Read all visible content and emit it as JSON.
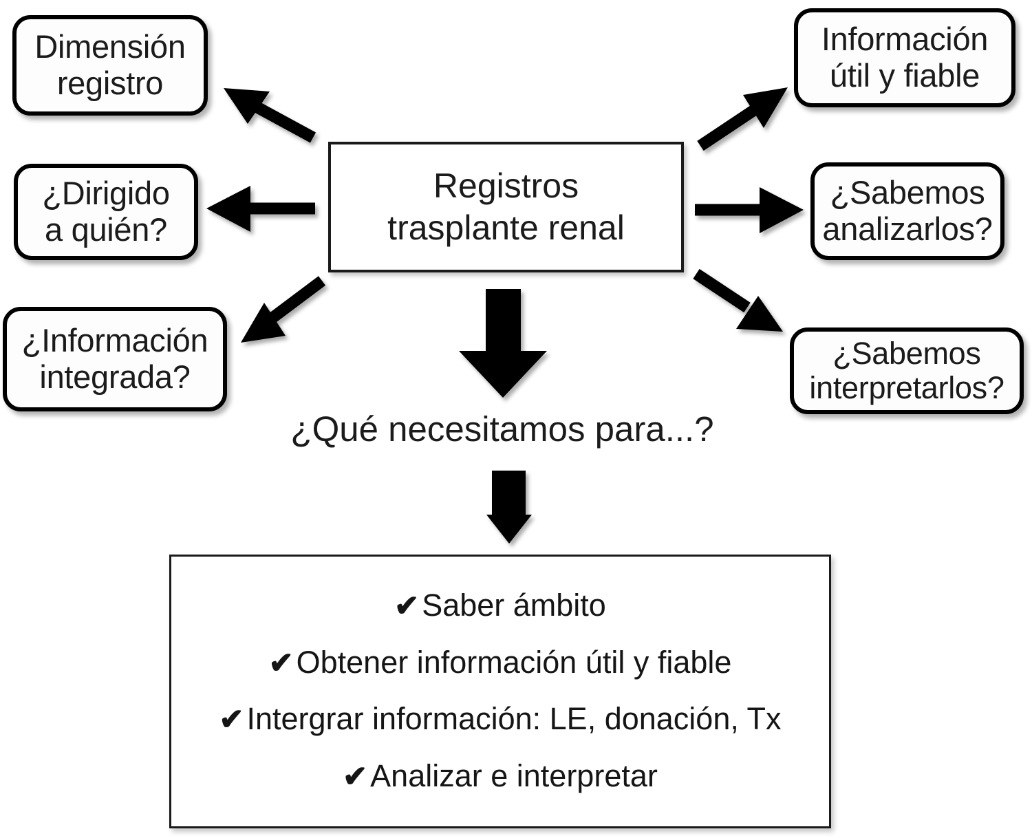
{
  "diagram": {
    "title_text": "Registros trasplante renal",
    "center": {
      "line1": "Registros",
      "line2": "trasplante renal"
    },
    "left_nodes": [
      {
        "id": "dimension-registro",
        "line1": "Dimensión",
        "line2": "registro"
      },
      {
        "id": "dirigido-a-quien",
        "line1": "¿Dirigido",
        "line2": "a quién?"
      },
      {
        "id": "informacion-integrada",
        "line1": "¿Información",
        "line2": "integrada?"
      }
    ],
    "right_nodes": [
      {
        "id": "informacion-util-y-fiable",
        "line1": "Información",
        "line2": "útil y fiable"
      },
      {
        "id": "sabemos-analizarlos",
        "line1": "¿Sabemos",
        "line2": "analizarlos?"
      },
      {
        "id": "sabemos-interpretarlos",
        "line1": "¿Sabemos",
        "line2": "interpretarlos?"
      }
    ],
    "question": "¿Qué necesitamos para...?",
    "checklist": {
      "tick_glyph": "✔",
      "items": [
        "Saber ámbito",
        "Obtener información útil y fiable",
        "Intergrar información: LE, donación, Tx",
        "Analizar e interpretar"
      ]
    },
    "colors": {
      "stroke": "#000000",
      "text": "#1b1b1b",
      "background": "#ffffff",
      "node_fill": "#fdfdfd"
    },
    "arrows": {
      "count": 8,
      "directions": [
        "up-left",
        "left",
        "down-left",
        "up-right",
        "right",
        "down-right",
        "down",
        "down"
      ]
    }
  }
}
